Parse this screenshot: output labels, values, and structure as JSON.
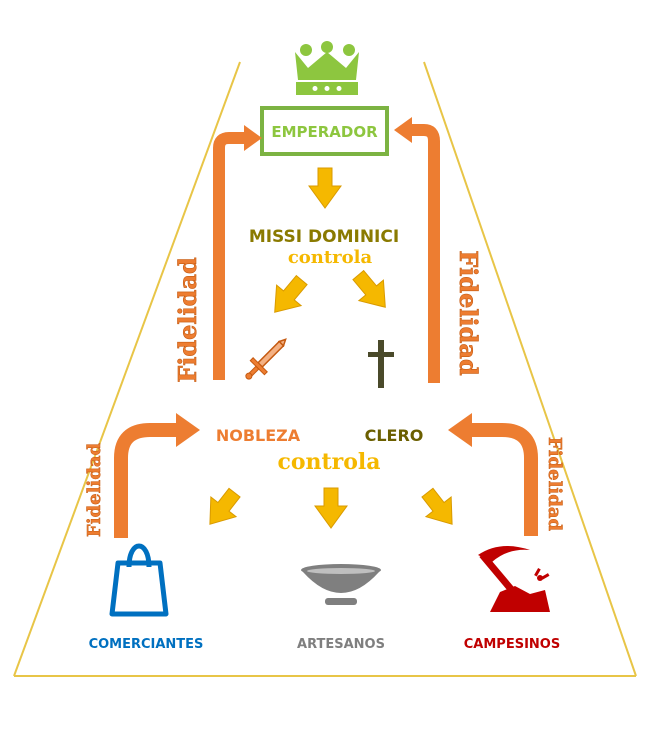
{
  "labels": {
    "emperador": "EMPERADOR",
    "missi": "MISSI DOMINICI",
    "controla_top": "controla",
    "nobleza": "NOBLEZA",
    "clero": "CLERO",
    "controla_mid": "controla",
    "comerciantes": "COMERCIANTES",
    "artesanos": "ARTESANOS",
    "campesinos": "CAMPESINOS",
    "fidelidad_upper_left": "Fidelidad",
    "fidelidad_upper_right": "Fidelidad",
    "fidelidad_lower_left": "Fidelidad",
    "fidelidad_lower_right": "Fidelidad"
  },
  "colors": {
    "green": "#8dc63f",
    "green_text": "#7cb342",
    "gold": "#f5b800",
    "olive": "#8a7a00",
    "orange": "#ed7d31",
    "orange_dark": "#c55a11",
    "blue": "#0070c0",
    "gray": "#7f7f7f",
    "red": "#c00000",
    "dark_olive": "#4a4a2a",
    "frame": "#e8c547"
  },
  "icons": [
    "crown-icon",
    "sword-icon",
    "cross-icon",
    "shopping-bag-icon",
    "bowl-icon",
    "pickaxe-icon"
  ]
}
